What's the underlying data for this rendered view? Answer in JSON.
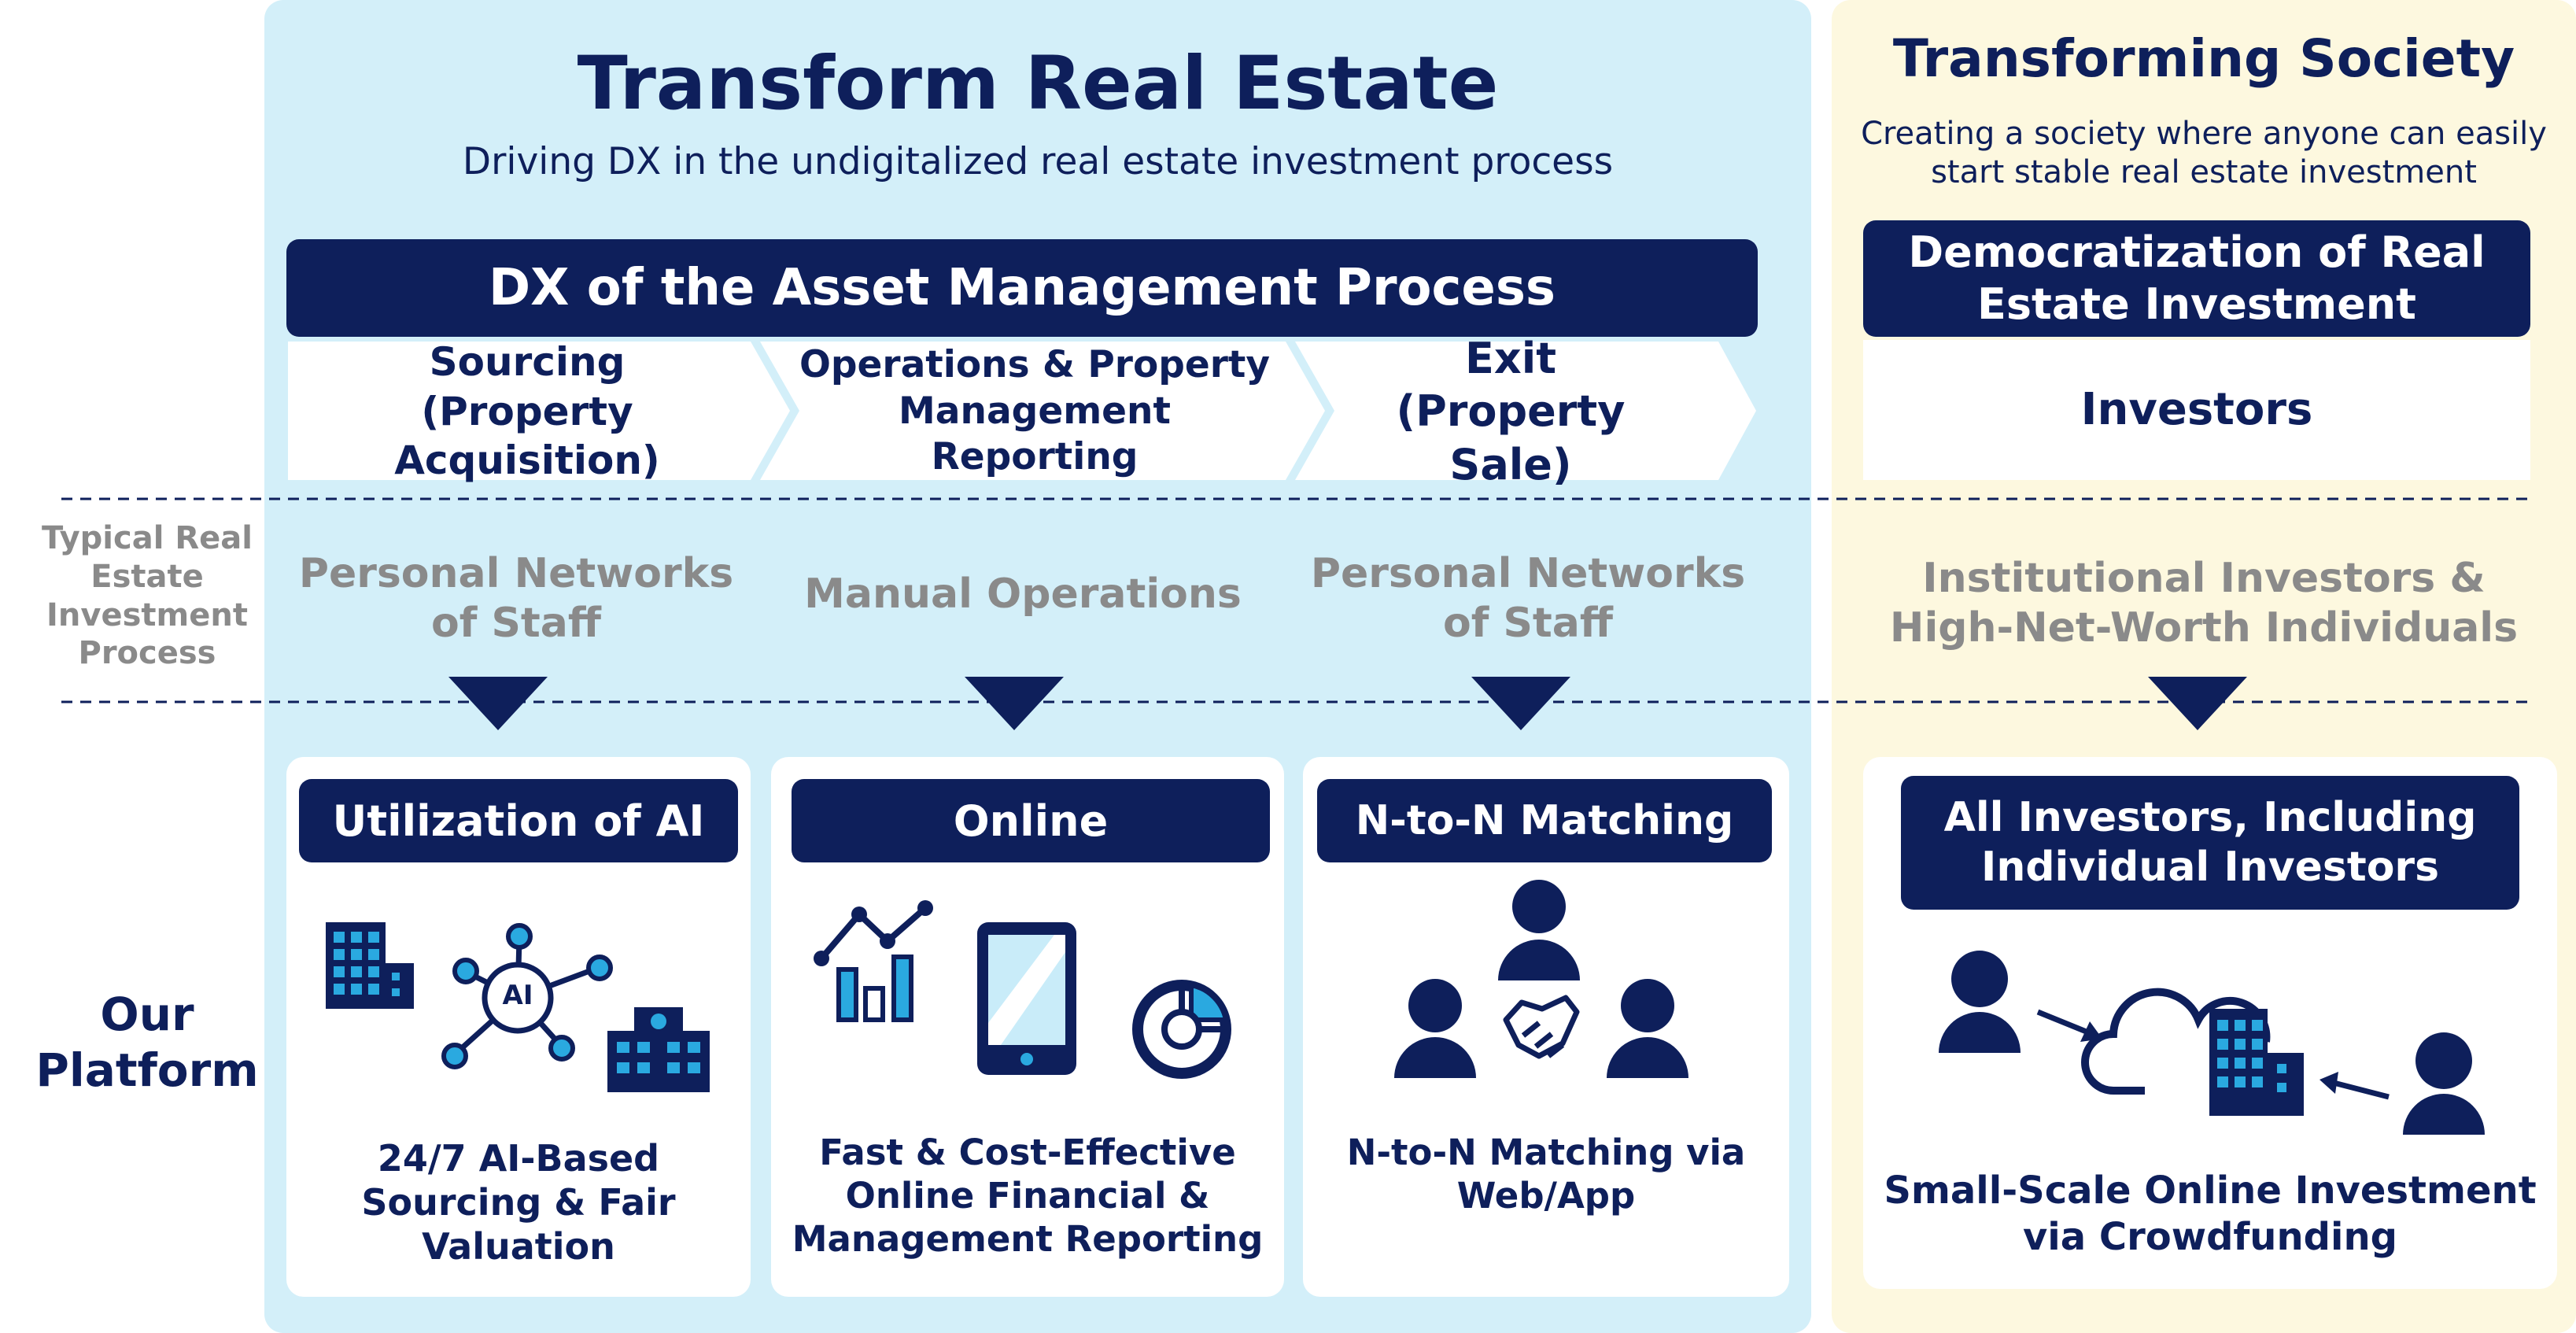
{
  "left": {
    "title": "Transform Real Estate",
    "subtitle": "Driving DX in the undigitalized real estate investment process",
    "process_bar": "DX of the Asset Management Process",
    "steps": [
      {
        "line1": "Sourcing",
        "line2": "(Property Acquisition)"
      },
      {
        "line1": "Operations & Property",
        "line2": "Management Reporting"
      },
      {
        "line1": "Exit",
        "line2": "(Property Sale)"
      }
    ]
  },
  "right": {
    "title": "Transforming Society",
    "subtitle_line1": "Creating a society where anyone can easily",
    "subtitle_line2": "start stable real estate investment",
    "bar_line1": "Democratization of Real",
    "bar_line2": "Estate Investment",
    "investors": "Investors"
  },
  "rows": {
    "typical": [
      "Typical Real",
      "Estate",
      "Investment",
      "Process"
    ],
    "platform": [
      "Our",
      "Platform"
    ]
  },
  "typical": [
    {
      "line1": "Personal Networks",
      "line2": "of Staff"
    },
    {
      "line1": "Manual Operations",
      "line2": ""
    },
    {
      "line1": "Personal Networks",
      "line2": "of Staff"
    },
    {
      "line1": "Institutional Investors &",
      "line2": "High-Net-Worth Individuals"
    }
  ],
  "platform": [
    {
      "header": "Utilization of AI",
      "ai_label": "AI",
      "desc": [
        "24/7 AI-Based",
        "Sourcing & Fair",
        "Valuation"
      ]
    },
    {
      "header": "Online",
      "desc": [
        "Fast & Cost-Effective",
        "Online Financial &",
        "Management Reporting"
      ]
    },
    {
      "header": "N-to-N Matching",
      "desc": [
        "N-to-N Matching via",
        "Web/App"
      ]
    },
    {
      "header_line1": "All Investors, Including",
      "header_line2": "Individual Investors",
      "desc": [
        "Small-Scale Online Investment",
        "via Crowdfunding"
      ]
    }
  ],
  "colors": {
    "navy": "#0e1f5b",
    "light_blue_panel": "#d3eff9",
    "cream_panel": "#fdf8df",
    "icon_blue": "#2aa9e0",
    "muted_gray": "#8a8a8a"
  },
  "icons": [
    "buildings-icon",
    "ai-network-icon",
    "chart-icon",
    "tablet-icon",
    "pie-chart-icon",
    "people-icon",
    "handshake-icon",
    "person-icon",
    "cloud-icon",
    "arrow-icon"
  ]
}
